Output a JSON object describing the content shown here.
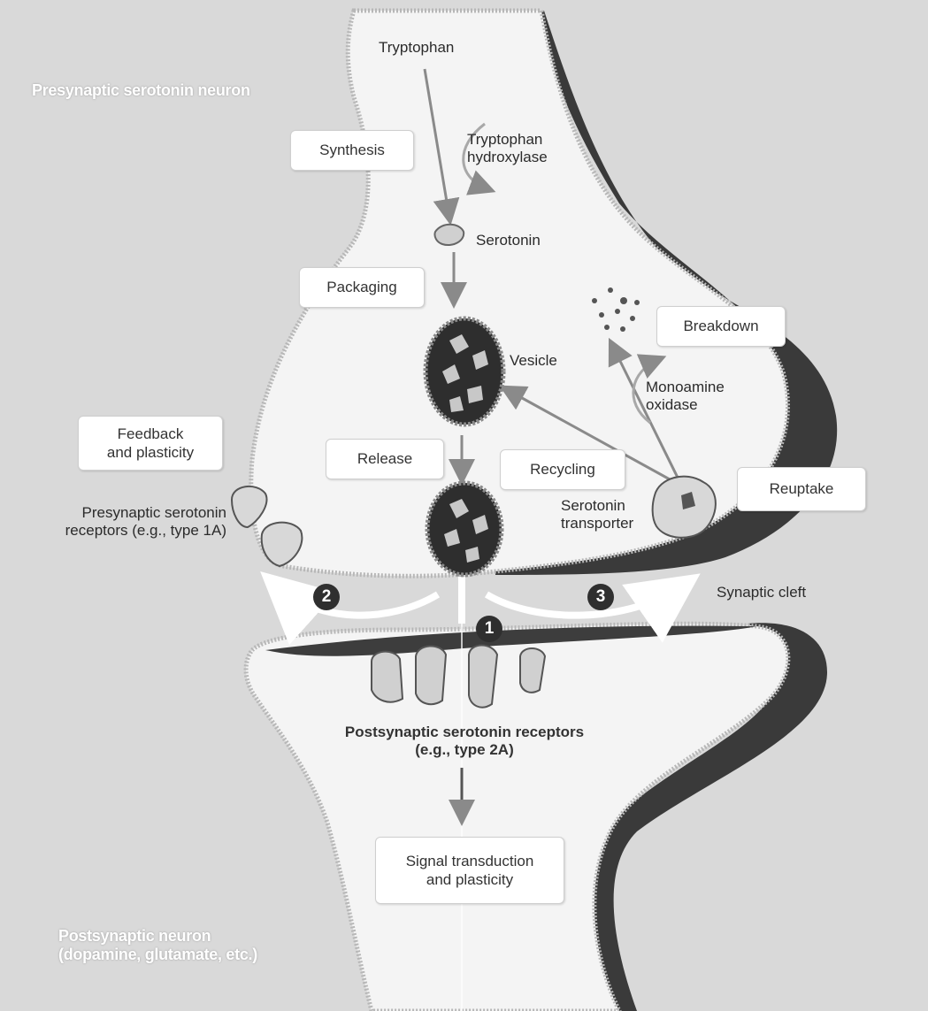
{
  "regions": {
    "presynaptic": "Presynaptic serotonin neuron",
    "postsynaptic": "Postsynaptic neuron\n(dopamine, glutamate, etc.)"
  },
  "steps": {
    "synthesis": "Synthesis",
    "packaging": "Packaging",
    "release": "Release",
    "recycling": "Recycling",
    "breakdown": "Breakdown",
    "reuptake": "Reuptake",
    "feedback": "Feedback\nand plasticity",
    "signal": "Signal transduction\nand plasticity"
  },
  "labels": {
    "tryptophan": "Tryptophan",
    "tryptophan_hydroxylase": "Tryptophan\nhydroxylase",
    "serotonin": "Serotonin",
    "vesicle": "Vesicle",
    "monoamine_oxidase": "Monoamine\noxidase",
    "serotonin_transporter": "Serotonin\ntransporter",
    "presynaptic_receptors": "Presynaptic serotonin\nreceptors (e.g., type 1A)",
    "synaptic_cleft": "Synaptic cleft",
    "postsynaptic_receptors": "Postsynaptic serotonin receptors\n(e.g., type 2A)"
  },
  "pathways": [
    "1",
    "2",
    "3"
  ],
  "colors": {
    "background": "#d9d9d9",
    "neuron_fill": "#f4f4f4",
    "membrane_shadow": "#3a3a3a",
    "arrow": "#8a8a8a",
    "vesicle": "#2e2e2e"
  }
}
